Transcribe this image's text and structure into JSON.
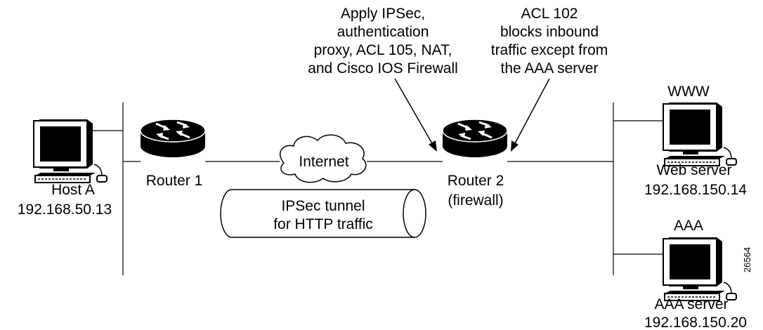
{
  "host": {
    "name": "Host A",
    "ip": "192.168.50.13"
  },
  "router1": {
    "name": "Router 1"
  },
  "router2": {
    "name": "Router 2",
    "role": "(firewall)"
  },
  "cloud": {
    "label": "Internet"
  },
  "tunnel": {
    "line1": "IPSec tunnel",
    "line2": "for HTTP traffic"
  },
  "annotation_left": {
    "line1": "Apply IPSec,",
    "line2": "authentication",
    "line3": "proxy, ACL 105, NAT,",
    "line4": "and Cisco IOS Firewall"
  },
  "annotation_right": {
    "line1": "ACL 102",
    "line2": "blocks inbound",
    "line3": "traffic except from",
    "line4": "the AAA server"
  },
  "web_server": {
    "tag": "WWW",
    "name": "Web server",
    "ip": "192.168.150.14"
  },
  "aaa_server": {
    "tag": "AAA",
    "name": "AAA server",
    "ip": "192.168.150.20"
  },
  "figure_id": "26564"
}
